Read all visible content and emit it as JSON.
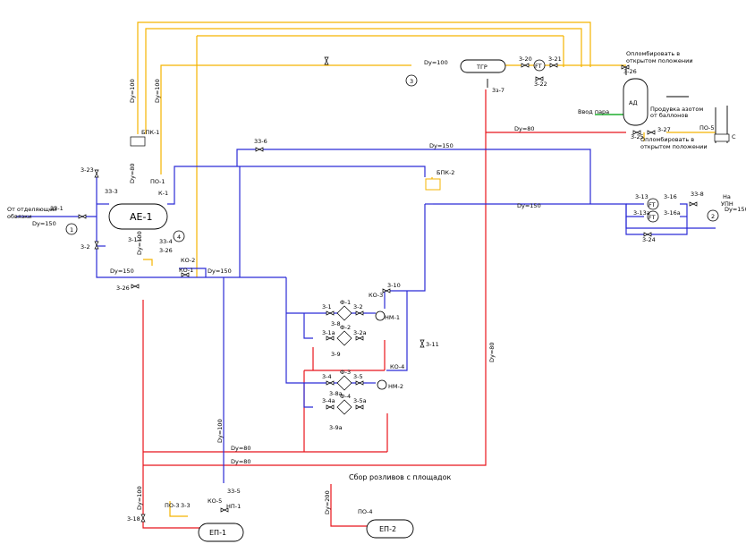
{
  "vessels": {
    "ae1": "АЕ-1",
    "ep1": "ЕП-1",
    "ep2": "ЕП-2",
    "tgr": "ТГР",
    "ad": "АД"
  },
  "instruments": {
    "ft1": "FT",
    "ft2": "FT",
    "ft3": "FT"
  },
  "circles": {
    "c1": "1",
    "c2": "2",
    "c3": "3",
    "c4": "4"
  },
  "pumps": {
    "nm1": "НМ-1",
    "nm2": "НМ-2"
  },
  "filters": {
    "f1": "Ф-1",
    "f2": "Ф-2",
    "f3": "Ф-3",
    "f4": "Ф-4"
  },
  "texts": {
    "from_separation": "От отделяющей",
    "from_separation2": "обвязки",
    "to_upn": "На",
    "to_upn2": "УПН",
    "collect_drains": "Сбор розливов с площадок",
    "steam_in": "Ввод пара",
    "purge": "Продувка азотом",
    "purge2": "от баллонов",
    "oper_open_1": "Опломбировать в",
    "oper_open_1b": "открытом положении",
    "oper_open_2": "Опломбировать в",
    "oper_open_2b": "открытом положении",
    "c_label": "С"
  },
  "pipe_labels": {
    "dy150_in": "Dy=150",
    "dy150_bottom": "Dy=150",
    "dy150_mid": "Dy=150",
    "dy150_bpk": "Dy=150",
    "dy150_right": "Dy=150",
    "dy150_upn": "Dy=150",
    "dy100_top": "Dy=100",
    "dy100_v1": "Dy=100",
    "dy100_v2": "Dy=100",
    "dy100_ae": "Dy=100",
    "dy100_ep": "Dy=100",
    "dy100_ep1": "Dy=100",
    "dy80_a": "Dy=80",
    "dy80_b": "Dy=80",
    "dy80_c": "Dy=80",
    "dy80_v": "Dy=80",
    "dy80_ae": "Dy=80",
    "dy200": "Dy=200"
  },
  "tags": {
    "z33_1": "33-1",
    "z3_23": "3-23",
    "z33_3": "33-3",
    "z3_2": "3-2",
    "z3_17": "3-17",
    "z33_4": "33-4",
    "z3_26a": "3-26",
    "z3_26b": "3-26",
    "z3_26c": "3-26",
    "bpk1": "БПК-1",
    "bpk2": "БПК-2",
    "po1": "ПО-1",
    "k1": "К-1",
    "ko2": "КО-2",
    "ko1": "КО-1",
    "ko3": "КО-3",
    "ko4": "КО-4",
    "ko5": "КО-5",
    "z33_6": "33-6",
    "z3_10": "3-10",
    "z3_11": "3-11",
    "z3_1": "3-1",
    "z3_2b": "3-2",
    "z3_8": "3-8",
    "z3_1a": "3-1а",
    "z3_2a": "3-2а",
    "z3_9": "3-9",
    "z3_4": "3-4",
    "z3_5": "3-5",
    "z3_8a": "3-8а",
    "z3_4a": "3-4а",
    "z3_5a": "3-5а",
    "z3_9a": "3-9а",
    "z3_20": "3-20",
    "z3_21": "3-21",
    "z3_22": "3-22",
    "z3_7": "3з-7",
    "z3_25": "3-25",
    "z3_27": "3-27",
    "po5": "ПО-5",
    "z3_13": "3-13",
    "z3_16": "3-16",
    "z3_13a": "3-13а",
    "z3_16a": "3-16а",
    "z3_24": "3-24",
    "z33_8": "33-8",
    "z3_18": "3-18",
    "po3": "ПО-3",
    "z3_3": "3-3",
    "z33_5": "33-5",
    "np1": "НП-1",
    "po4": "ПО-4"
  }
}
